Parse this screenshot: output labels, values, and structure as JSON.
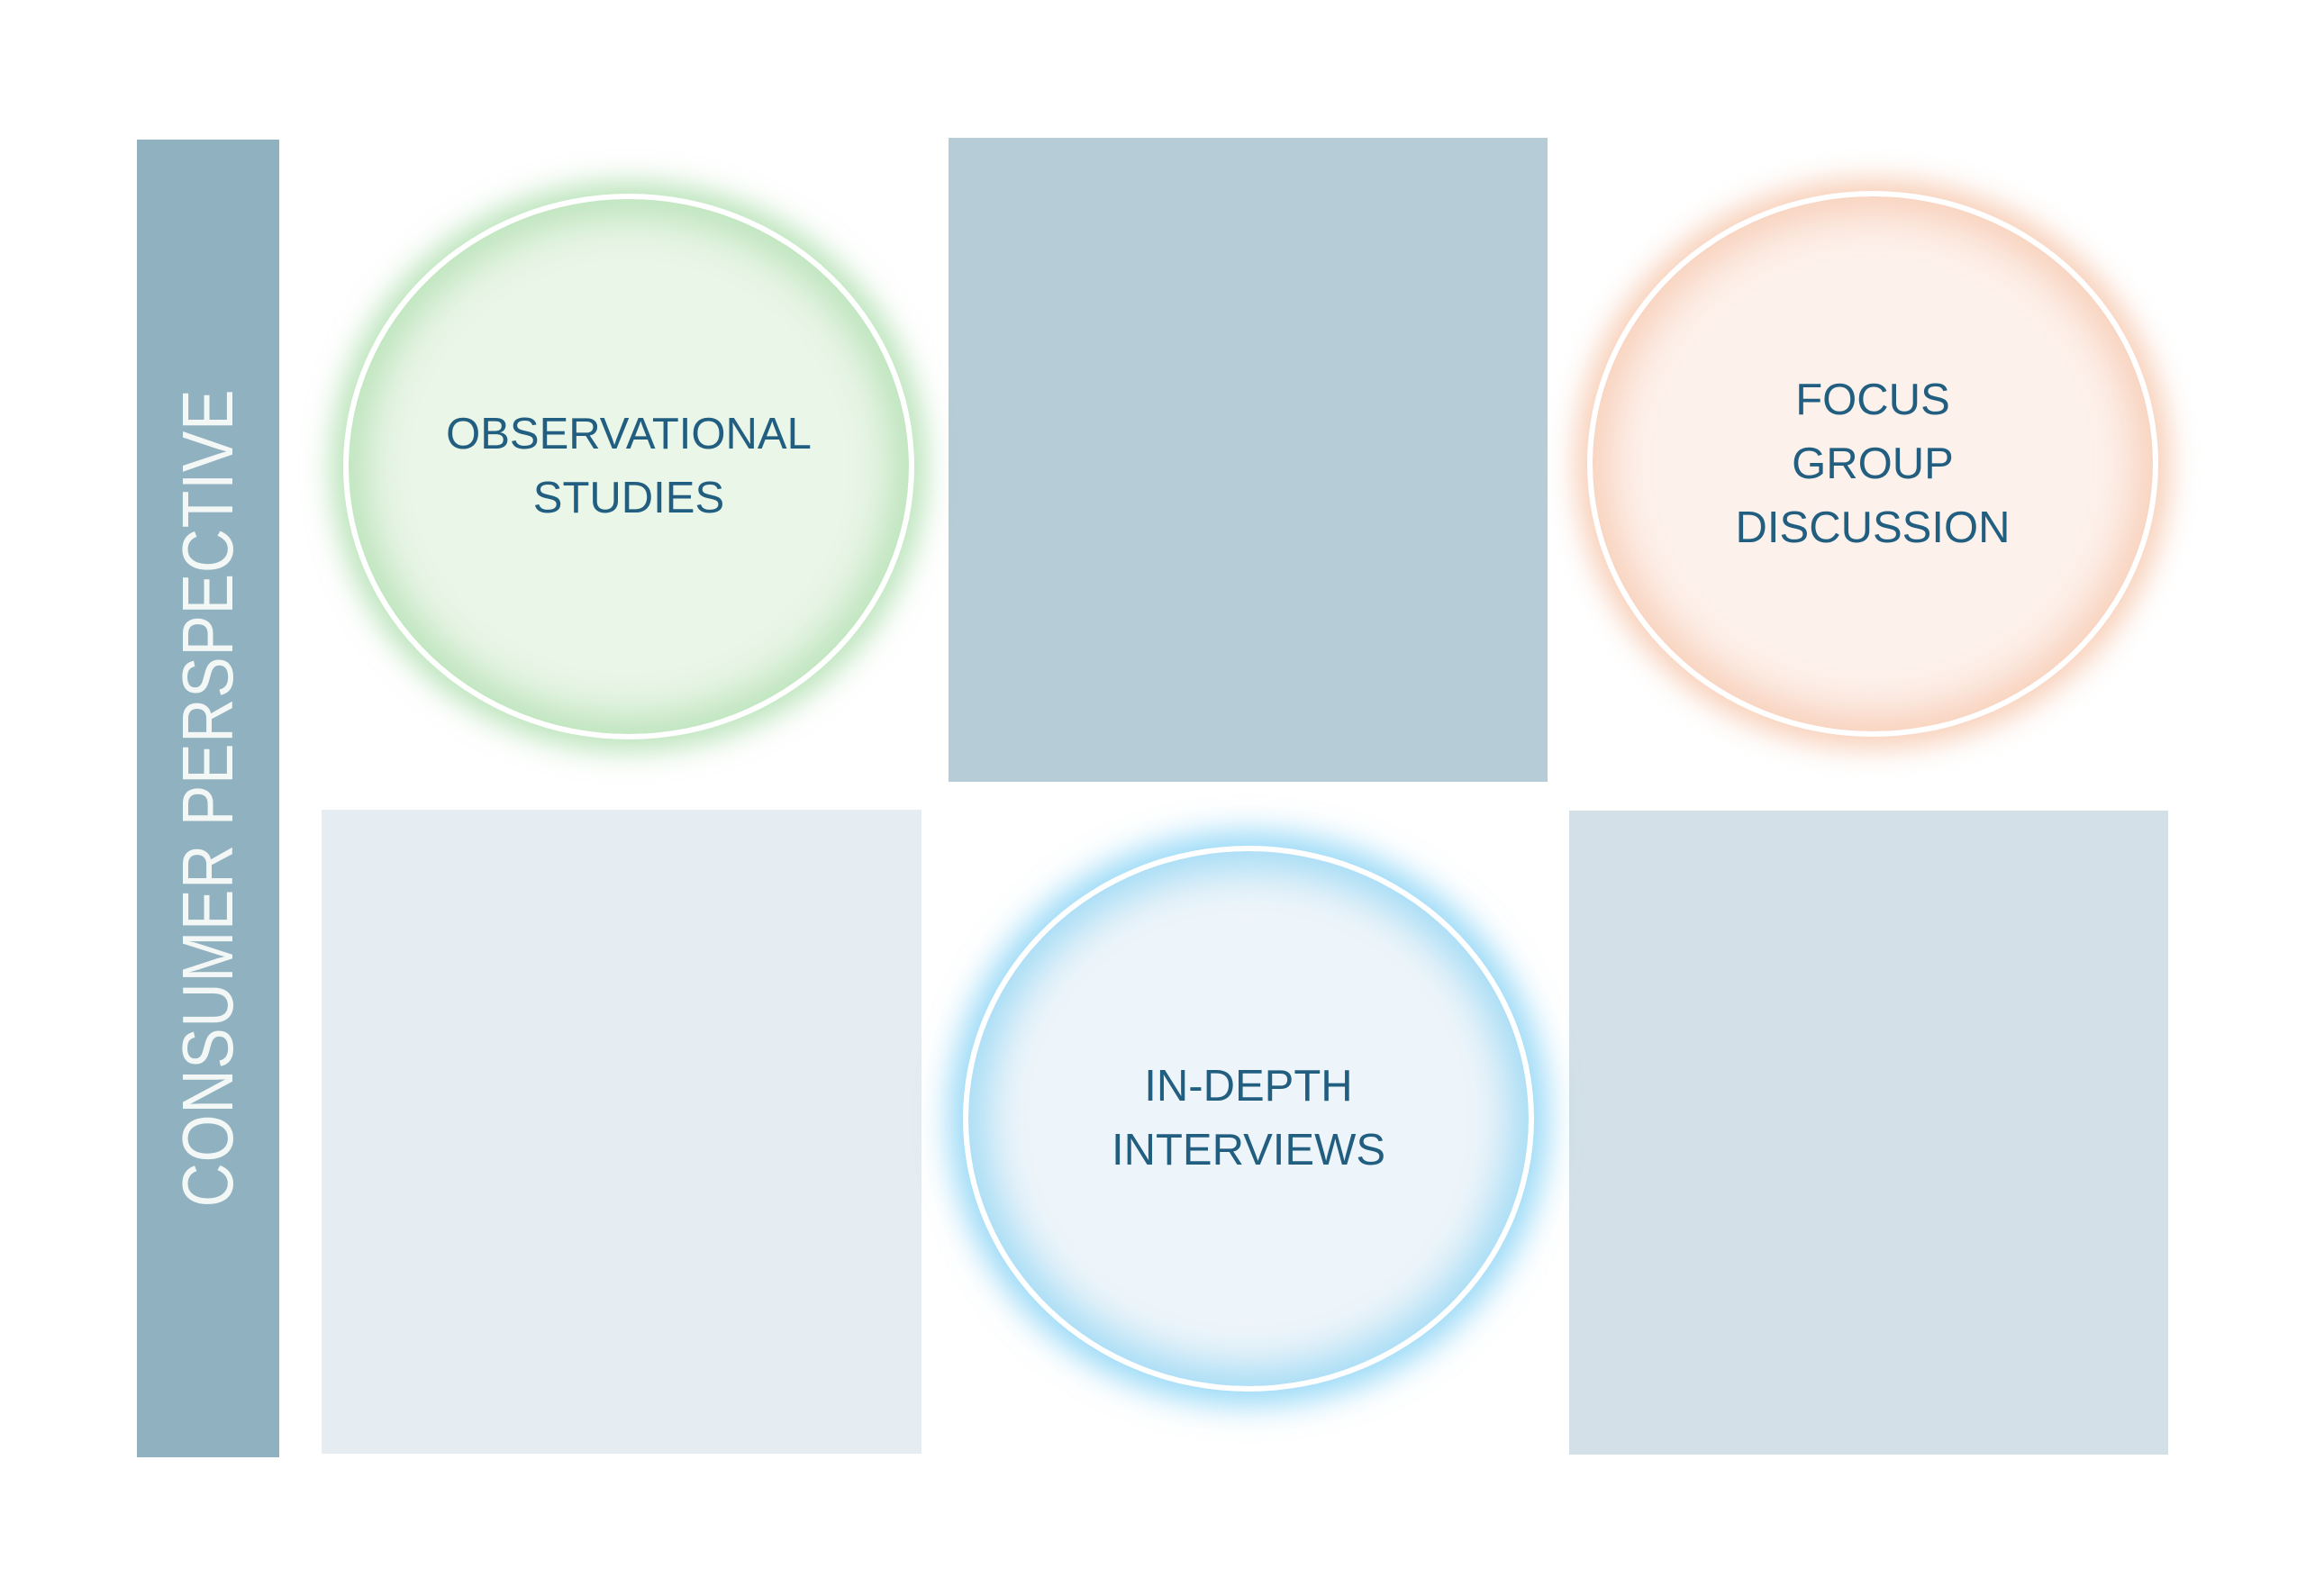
{
  "page": {
    "background_color": "#ffffff",
    "description_colors": {
      "band": "#8fb1c0",
      "band_text": "#f3f7f5",
      "rect_top_middle": "#b6cdd7",
      "rect_bottom_left": "#e5edf2",
      "rect_bottom_right": "#d4e0e7",
      "circle_text": "#215e80"
    }
  },
  "sidebar": {
    "label": "CONSUMER PERSPECTIVE"
  },
  "circles": [
    {
      "id": "observational-studies",
      "label": "OBSERVATIONAL\nSTUDIES",
      "fill": "#eaf6e8",
      "glow": "#7ecb7e",
      "ring": "#ffffff"
    },
    {
      "id": "focus-group-discussion",
      "label": "FOCUS\nGROUP\nDISCUSSION",
      "fill": "#fdf1eb",
      "glow": "#f09868",
      "ring": "#ffffff"
    },
    {
      "id": "in-depth-interviews",
      "label": "IN-DEPTH\nINTERVIEWS",
      "fill": "#eef5fa",
      "glow": "#48bcf0",
      "ring": "#ffffff"
    }
  ]
}
